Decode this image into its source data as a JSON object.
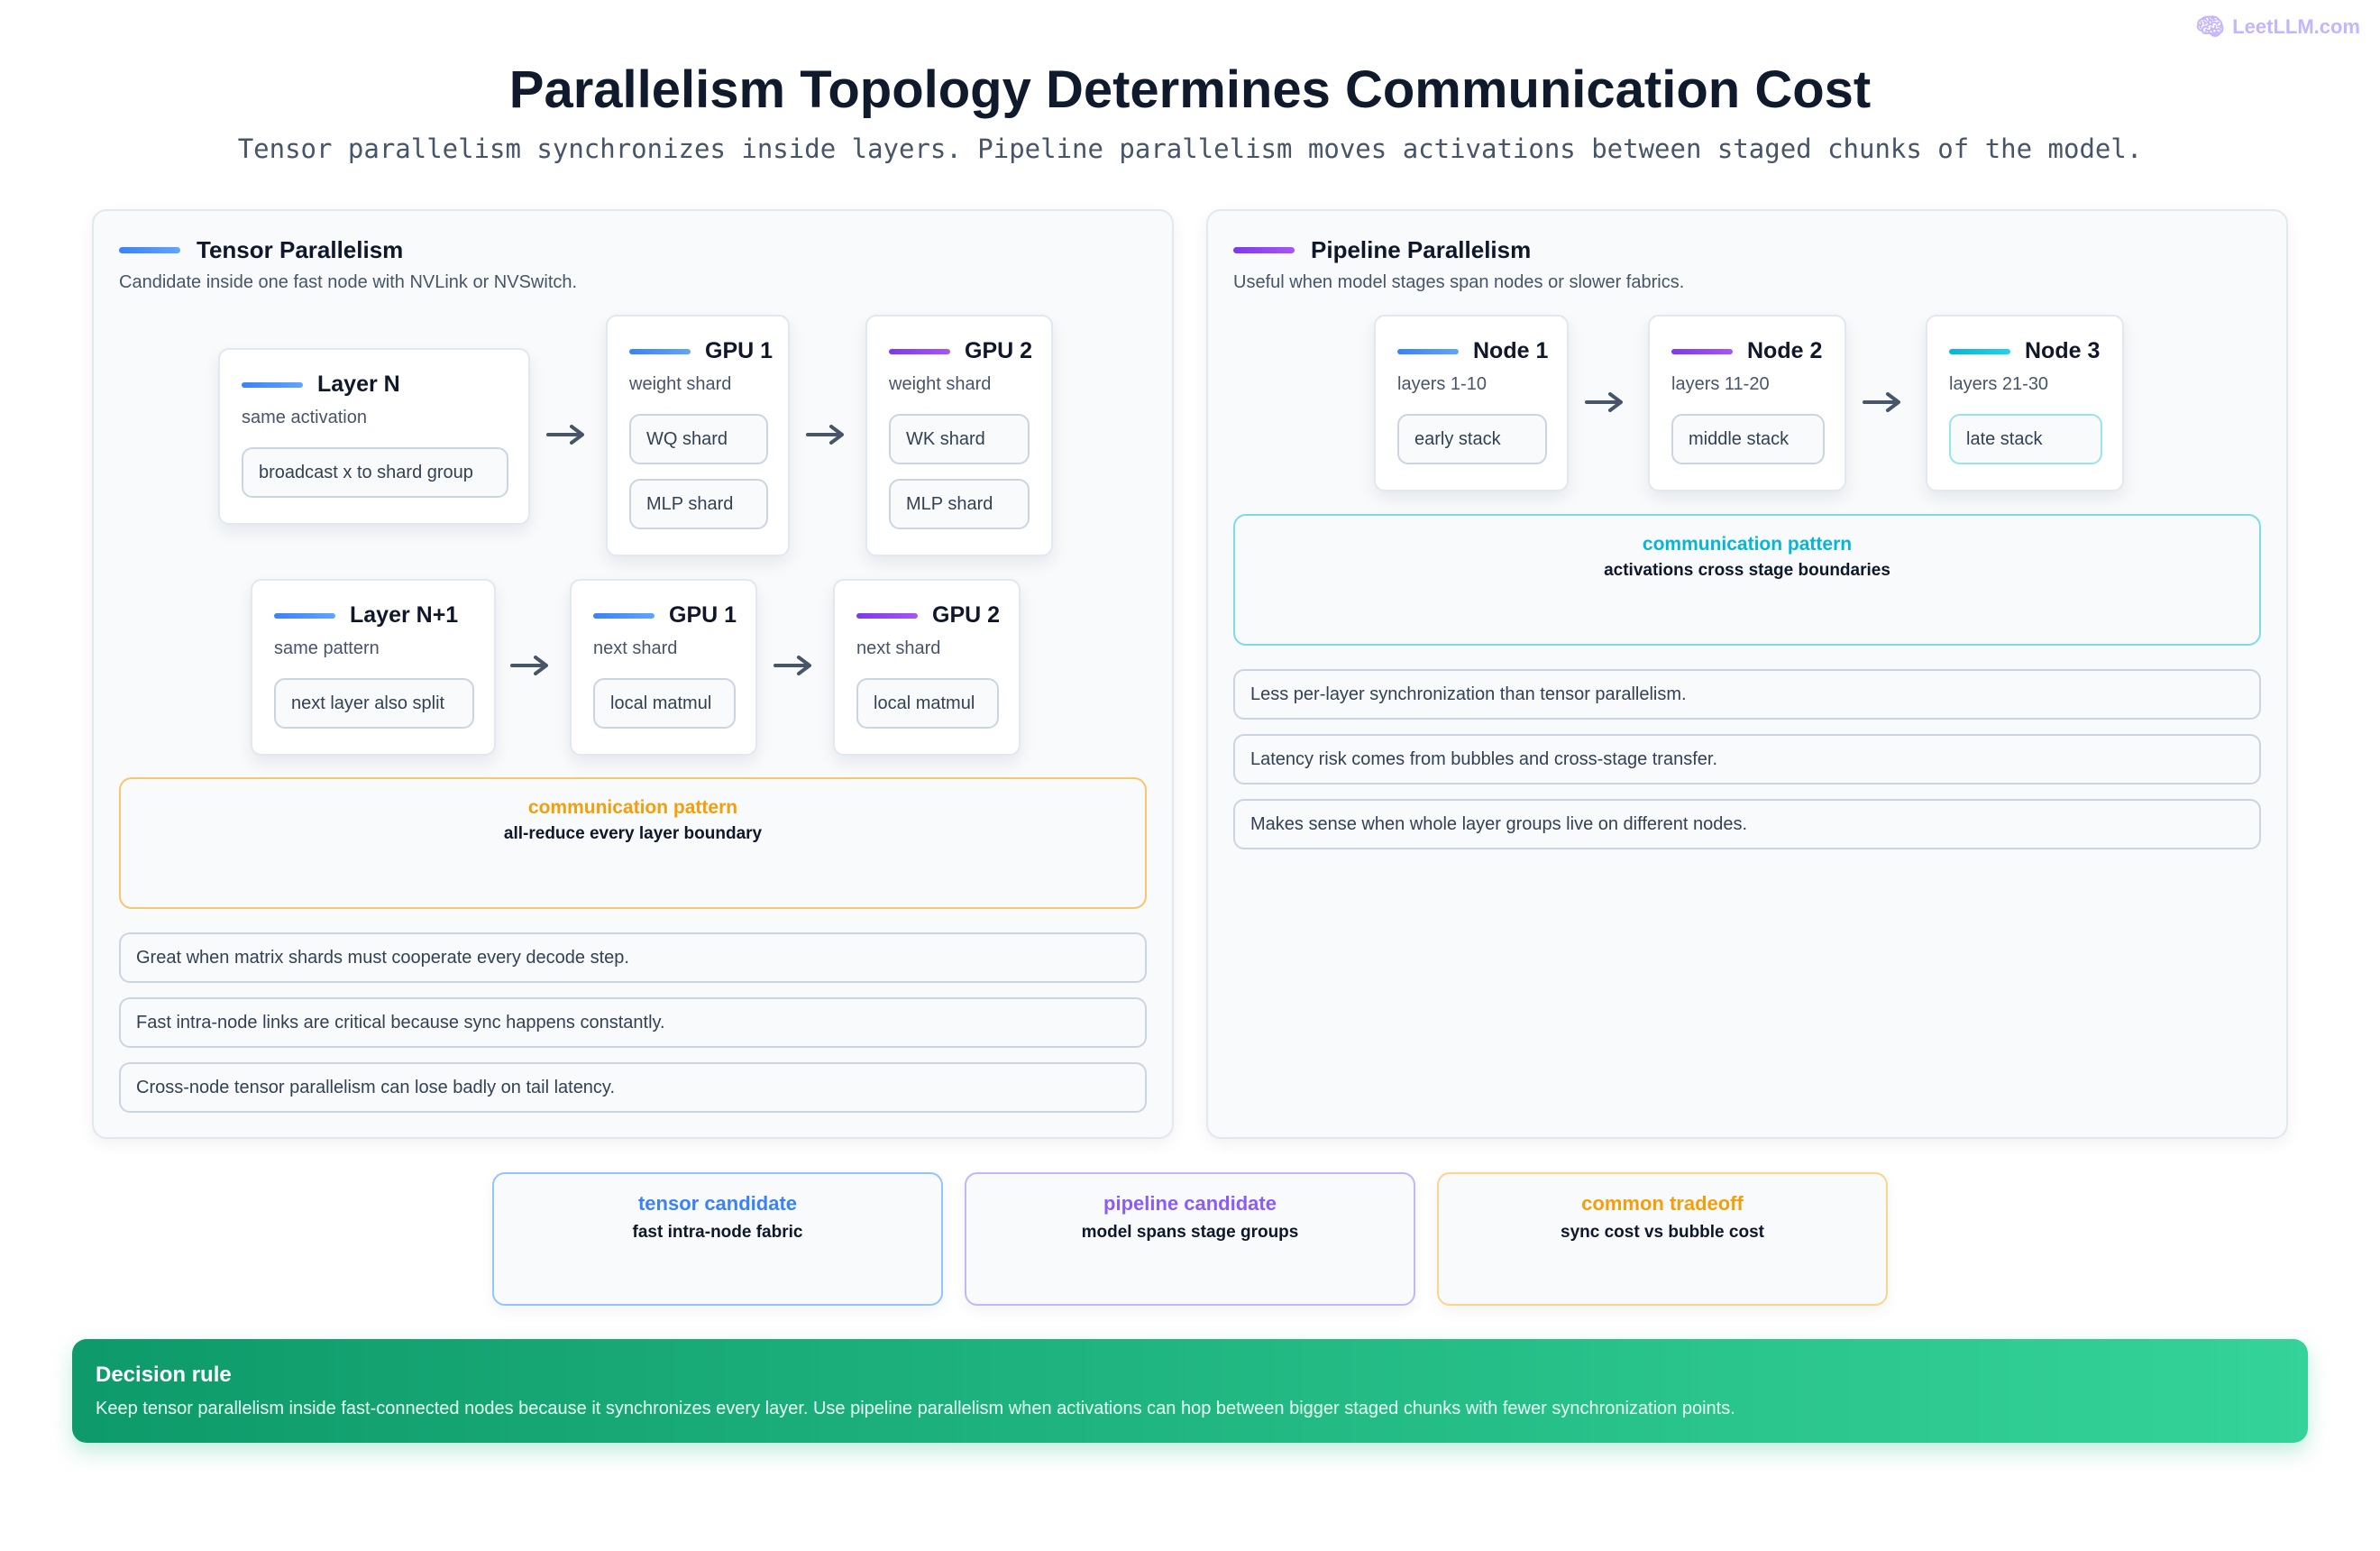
{
  "brand": {
    "text": "LeetLLM.com"
  },
  "title": "Parallelism Topology Determines Communication Cost",
  "subtitle": "Tensor parallelism synchronizes inside layers. Pipeline parallelism moves activations between staged chunks of the model.",
  "tensor": {
    "title": "Tensor Parallelism",
    "subtitle": "Candidate inside one fast node with NVLink or NVSwitch.",
    "row1": [
      {
        "title": "Layer N",
        "sub": "same activation",
        "chips": [
          "broadcast x to shard group"
        ]
      },
      {
        "title": "GPU 1",
        "sub": "weight shard",
        "chips": [
          "WQ shard",
          "MLP shard"
        ]
      },
      {
        "title": "GPU 2",
        "sub": "weight shard",
        "chips": [
          "WK shard",
          "MLP shard"
        ]
      }
    ],
    "row2": [
      {
        "title": "Layer N+1",
        "sub": "same pattern",
        "chips": [
          "next layer also split"
        ]
      },
      {
        "title": "GPU 1",
        "sub": "next shard",
        "chips": [
          "local matmul"
        ]
      },
      {
        "title": "GPU 2",
        "sub": "next shard",
        "chips": [
          "local matmul"
        ]
      }
    ],
    "pattern": {
      "heading": "communication pattern",
      "value": "all-reduce every layer boundary"
    },
    "notes": [
      "Great when matrix shards must cooperate every decode step.",
      "Fast intra-node links are critical because sync happens constantly.",
      "Cross-node tensor parallelism can lose badly on tail latency."
    ]
  },
  "pipeline": {
    "title": "Pipeline Parallelism",
    "subtitle": "Useful when model stages span nodes or slower fabrics.",
    "nodes": [
      {
        "title": "Node 1",
        "sub": "layers 1-10",
        "chip": "early stack"
      },
      {
        "title": "Node 2",
        "sub": "layers 11-20",
        "chip": "middle stack"
      },
      {
        "title": "Node 3",
        "sub": "layers 21-30",
        "chip": "late stack"
      }
    ],
    "pattern": {
      "heading": "communication pattern",
      "value": "activations cross stage boundaries"
    },
    "notes": [
      "Less per-layer synchronization than tensor parallelism.",
      "Latency risk comes from bubbles and cross-stage transfer.",
      "Makes sense when whole layer groups live on different nodes."
    ]
  },
  "candidates": [
    {
      "heading": "tensor candidate",
      "value": "fast intra-node fabric"
    },
    {
      "heading": "pipeline candidate",
      "value": "model spans stage groups"
    },
    {
      "heading": "common tradeoff",
      "value": "sync cost vs bubble cost"
    }
  ],
  "decision": {
    "heading": "Decision rule",
    "text": "Keep tensor parallelism inside fast-connected nodes because it synchronizes every layer. Use pipeline parallelism when activations can hop between bigger staged chunks with fewer synchronization points."
  },
  "colors": {
    "tensor_accent": "#3b82f6",
    "pipeline_accent": "#8b5cf6",
    "node3_accent": "#06b6d4",
    "pattern_orange": "#f59e0b",
    "decision_green": "#10b981",
    "arrow": "#475569"
  }
}
